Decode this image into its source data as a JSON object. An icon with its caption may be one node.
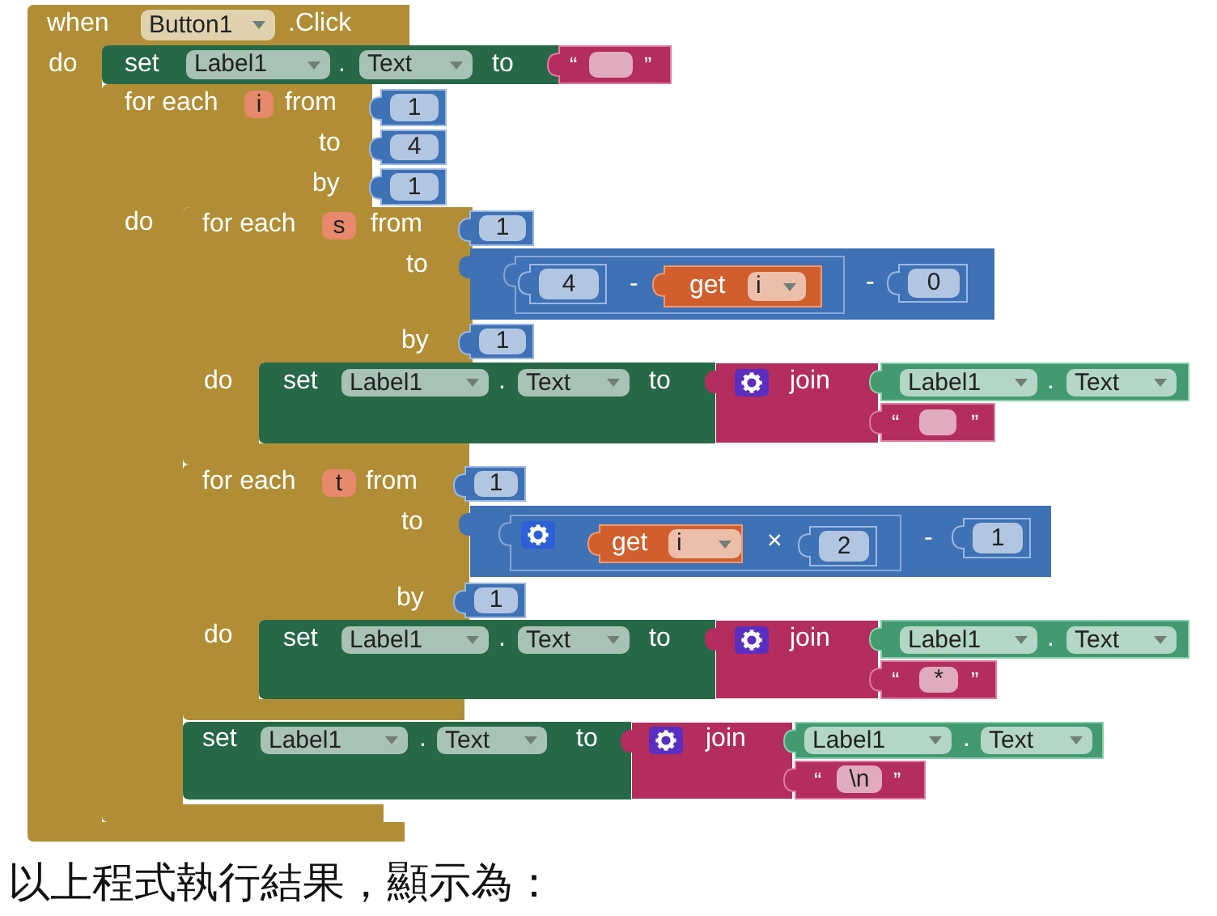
{
  "diagram": {
    "caption": "以上程式執行結果，顯示為：",
    "nodes": [
      {
        "text": [
          "when",
          ".Click",
          "do"
        ]
      },
      {
        "text": [
          "Button1"
        ],
        "in": 0
      },
      {
        "text": [
          "set",
          ".",
          "to"
        ]
      },
      {
        "text": [
          "Label1"
        ],
        "in": 2
      },
      {
        "text": [
          "Text"
        ],
        "in": 2
      },
      {
        "text": [
          "“",
          "”"
        ]
      },
      {
        "text": [],
        "shape": "box",
        "in": 5
      },
      {
        "text": [
          "for each",
          "from",
          "to",
          "by",
          "do"
        ]
      },
      {
        "text": [
          "i"
        ],
        "in": 7
      },
      {
        "text": [
          "1"
        ]
      },
      {
        "text": [
          "4"
        ]
      },
      {
        "text": [
          "1"
        ]
      },
      {
        "text": [
          "for each",
          "from",
          "to",
          "by",
          "do"
        ]
      },
      {
        "text": [
          "s"
        ],
        "in": 12
      },
      {
        "text": [
          "1"
        ]
      },
      {
        "text": [
          "-"
        ]
      },
      {
        "text": [
          "-"
        ],
        "in": 15
      },
      {
        "text": [
          "4"
        ],
        "in": 16
      },
      {
        "text": [
          "get"
        ],
        "in": 16
      },
      {
        "text": [
          "i"
        ],
        "in": 18
      },
      {
        "text": [
          "0"
        ],
        "in": 15
      },
      {
        "text": [
          "1"
        ]
      },
      {
        "text": [
          "set",
          ".",
          "to"
        ]
      },
      {
        "text": [
          "Label1"
        ],
        "in": 22
      },
      {
        "text": [
          "Text"
        ],
        "in": 22
      },
      {
        "text": [
          "join"
        ]
      },
      {
        "text": [
          "."
        ]
      },
      {
        "text": [
          "Label1"
        ],
        "in": 26
      },
      {
        "text": [
          "Text"
        ],
        "in": 26
      },
      {
        "text": [
          "“",
          "”"
        ]
      },
      {
        "text": [],
        "shape": "box",
        "in": 29
      },
      {
        "text": [
          "for each",
          "from",
          "to",
          "by",
          "do"
        ]
      },
      {
        "text": [
          "t"
        ],
        "in": 31
      },
      {
        "text": [
          "1"
        ]
      },
      {
        "text": [
          "-"
        ]
      },
      {
        "text": [
          "×"
        ],
        "in": 34
      },
      {
        "text": [
          "get"
        ],
        "in": 35
      },
      {
        "text": [
          "i"
        ],
        "in": 36
      },
      {
        "text": [
          "2"
        ],
        "in": 35
      },
      {
        "text": [
          "1"
        ],
        "in": 34
      },
      {
        "text": [
          "1"
        ]
      },
      {
        "text": [
          "set",
          ".",
          "to"
        ]
      },
      {
        "text": [
          "Label1"
        ],
        "in": 41
      },
      {
        "text": [
          "Text"
        ],
        "in": 41
      },
      {
        "text": [
          "join"
        ]
      },
      {
        "text": [
          "."
        ]
      },
      {
        "text": [
          "Label1"
        ],
        "in": 45
      },
      {
        "text": [
          "Text"
        ],
        "in": 45
      },
      {
        "text": [
          "“",
          "”"
        ]
      },
      {
        "text": [
          "*"
        ],
        "in": 48
      },
      {
        "text": [
          "set",
          ".",
          "to"
        ]
      },
      {
        "text": [
          "Label1"
        ],
        "in": 50
      },
      {
        "text": [
          "Text"
        ],
        "in": 50
      },
      {
        "text": [
          "join"
        ]
      },
      {
        "text": [
          "."
        ]
      },
      {
        "text": [
          "Label1"
        ],
        "in": 54
      },
      {
        "text": [
          "Text"
        ],
        "in": 54
      },
      {
        "text": [
          "“",
          "”"
        ]
      },
      {
        "text": [
          "\\n"
        ],
        "in": 57
      }
    ]
  }
}
